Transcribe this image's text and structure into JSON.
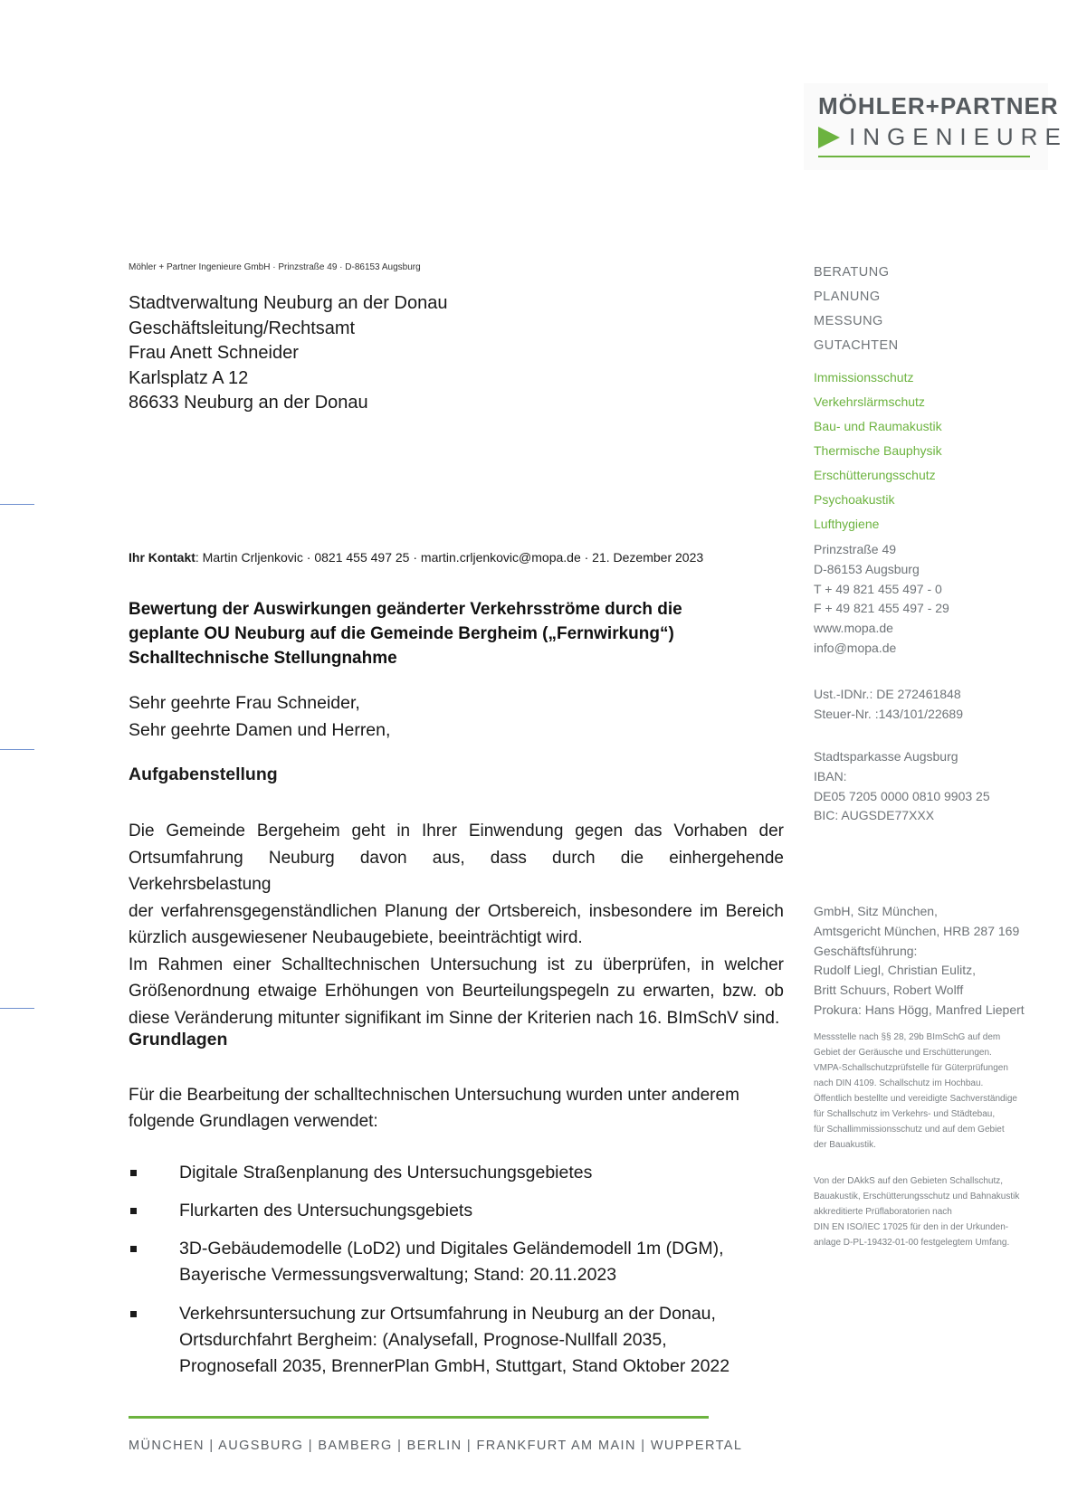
{
  "logo": {
    "line1": "MÖHLER+PARTNER",
    "line2": "INGENIEURE",
    "color_green": "#6cb33f",
    "color_grey": "#555a5e"
  },
  "sender_line": "Möhler + Partner Ingenieure GmbH · Prinzstraße 49 · D-86153 Augsburg",
  "address": [
    "Stadtverwaltung Neuburg an der Donau",
    "Geschäftsleitung/Rechtsamt",
    "Frau Anett Schneider",
    "Karlsplatz A 12",
    "86633 Neuburg an der Donau"
  ],
  "contact": {
    "label": "Ihr Kontakt",
    "text": ": Martin Crljenkovic · 0821 455 497 25 · martin.crljenkovic@mopa.de · 21. Dezember 2023"
  },
  "subject": [
    "Bewertung der Auswirkungen geänderter Verkehrsströme durch die",
    "geplante OU Neuburg auf die Gemeinde Bergheim („Fernwirkung“)",
    "Schalltechnische Stellungnahme"
  ],
  "salutation": [
    "Sehr geehrte Frau Schneider,",
    "Sehr geehrte Damen und Herren,"
  ],
  "section1": {
    "heading": "Aufgabenstellung",
    "lines": [
      "Die Gemeinde Bergeheim geht in Ihrer Einwendung gegen das Vorhaben der",
      "Ortsumfahrung Neuburg davon aus, dass durch die einhergehende Verkehrsbelastung",
      "der verfahrensgegenständlichen Planung der Ortsbereich, insbesondere im Bereich",
      "kürzlich ausgewiesener Neubaugebiete, beeinträchtigt wird.",
      "Im Rahmen einer Schalltechnischen Untersuchung ist zu überprüfen, in welcher",
      "Größenordnung etwaige Erhöhungen von Beurteilungspegeln zu erwarten, bzw. ob",
      "diese Veränderung mitunter signifikant im Sinne der Kriterien nach 16. BImSchV sind."
    ]
  },
  "section2": {
    "heading": "Grundlagen",
    "intro": [
      "Für die Bearbeitung der schalltechnischen Untersuchung wurden unter anderem",
      "folgende Grundlagen verwendet:"
    ],
    "bullets": [
      [
        "Digitale Straßenplanung des Untersuchungsgebietes"
      ],
      [
        "Flurkarten des Untersuchungsgebiets"
      ],
      [
        "3D-Gebäudemodelle (LoD2) und Digitales Geländemodell 1m (DGM),",
        "Bayerische Vermessungsverwaltung; Stand: 20.11.2023"
      ],
      [
        "Verkehrsuntersuchung zur Ortsumfahrung in Neuburg an der Donau,",
        "Ortsdurchfahrt Bergheim: (Analysefall, Prognose-Nullfall 2035,",
        "Prognosefall 2035, BrennerPlan GmbH, Stuttgart, Stand Oktober 2022"
      ]
    ]
  },
  "footer": "MÜNCHEN | AUGSBURG | BAMBERG | BERLIN | FRANKFURT AM MAIN | WUPPERTAL",
  "sidebar": {
    "services": [
      "BERATUNG",
      "PLANUNG",
      "MESSUNG",
      "GUTACHTEN"
    ],
    "specialties": [
      "Immissionsschutz",
      "Verkehrslärmschutz",
      "Bau- und Raumakustik",
      "Thermische Bauphysik",
      "Erschütterungsschutz",
      "Psychoakustik",
      "Lufthygiene"
    ],
    "address": [
      "Prinzstraße 49",
      "D-86153 Augsburg",
      "T  + 49 821 455 497 - 0",
      "F  + 49 821 455 497 - 29",
      "www.mopa.de",
      "info@mopa.de"
    ],
    "tax": [
      "Ust.-IDNr.: DE 272461848",
      "Steuer-Nr. :143/101/22689"
    ],
    "bank": [
      "Stadtsparkasse Augsburg",
      "IBAN:",
      "DE05 7205 0000 0810 9903 25",
      "BIC: AUGSDE77XXX"
    ],
    "company": [
      "GmbH, Sitz München,",
      "Amtsgericht München, HRB 287 169",
      "Geschäftsführung:",
      "Rudolf Liegl, Christian Eulitz,",
      "Britt Schuurs, Robert Wolff",
      "Prokura: Hans Högg, Manfred Liepert"
    ],
    "accreditation1": [
      "Messstelle nach §§ 28, 29b BImSchG auf dem",
      "Gebiet der Geräusche und Erschütterungen.",
      "VMPA-Schallschutzprüfstelle für Güterprüfungen",
      "nach DIN 4109. Schallschutz im Hochbau.",
      "Öffentlich bestellte und vereidigte Sachverständige",
      "für Schallschutz im Verkehrs- und Städtebau,",
      "für Schallimmissionsschutz und auf dem Gebiet",
      "der Bauakustik."
    ],
    "accreditation2": [
      "Von der DAkkS auf den Gebieten Schallschutz,",
      "Bauakustik, Erschütterungsschutz und Bahnakustik",
      "akkreditierte Prüflaboratorien nach",
      "DIN EN ISO/IEC 17025 für den in der Urkunden-",
      "anlage D-PL-19432-01-00 festgelegtem Umfang."
    ]
  }
}
